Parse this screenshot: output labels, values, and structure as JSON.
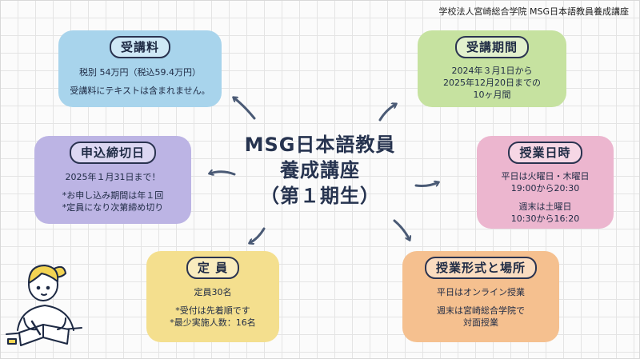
{
  "org_name": "学校法人宮崎総合学院 MSG日本語教員養成講座",
  "center": {
    "line1": "MSG日本語教員",
    "line2": "養成講座",
    "line3": "（第１期生）"
  },
  "cards": {
    "fee": {
      "title": "受講料",
      "lines": [
        "税別 54万円（税込59.4万円）",
        "受講料にテキストは含まれません。"
      ],
      "color": "#a8d4ec"
    },
    "period": {
      "title": "受講期間",
      "lines": [
        "2024年３月1日から",
        "2025年12月20日までの",
        "10ヶ月間"
      ],
      "color": "#c6e2a0"
    },
    "deadline": {
      "title": "申込締切日",
      "lines": [
        "2025年１月31日まで！",
        "*お申し込み期間は年１回",
        "*定員になり次第締め切り"
      ],
      "color": "#bcb4e4"
    },
    "days": {
      "title": "授業日時",
      "lines": [
        "平日は火曜日・木曜日",
        "19:00から20:30",
        "週末は土曜日",
        "10:30から16:20"
      ],
      "color": "#ecb6cf"
    },
    "capacity": {
      "title": "定 員",
      "lines": [
        "定員30名",
        "*受付は先着順です",
        "*最少実施人数：16名"
      ],
      "color": "#f4df8e"
    },
    "format": {
      "title": "授業形式と場所",
      "lines": [
        "平日はオンライン授業",
        "週末は宮崎総合学院で",
        "対面授業"
      ],
      "color": "#f5c08f"
    }
  }
}
